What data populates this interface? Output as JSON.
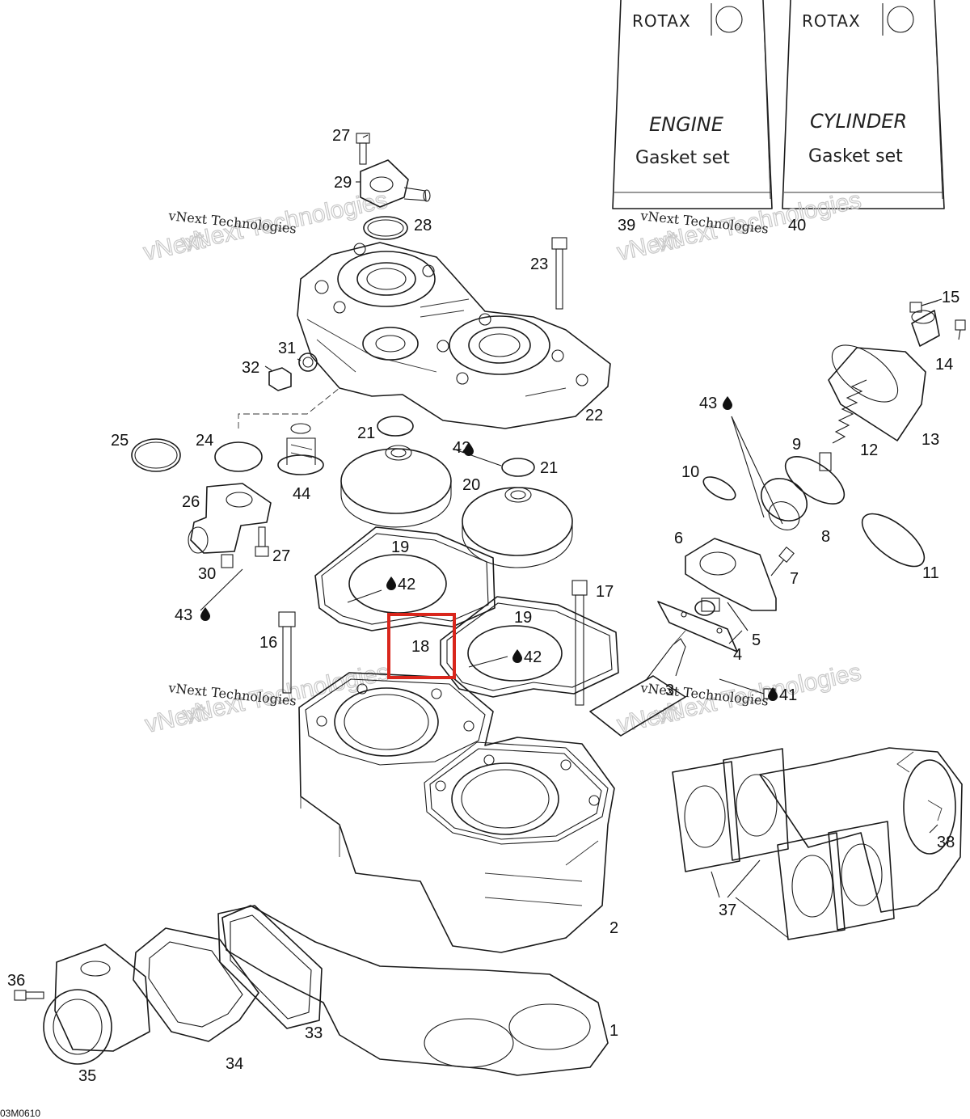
{
  "diagram_code": "03M0610",
  "watermark": {
    "line1": "vNext Technologies",
    "line2": "vNext Technologies"
  },
  "gasket_bags": [
    {
      "brand": "ROTAX",
      "title": "ENGINE",
      "subtitle": "Gasket set",
      "number": "39"
    },
    {
      "brand": "ROTAX",
      "title": "CYLINDER",
      "subtitle": "Gasket set",
      "number": "40"
    }
  ],
  "callouts": {
    "c1": "1",
    "c2": "2",
    "c3": "3",
    "c4": "4",
    "c5": "5",
    "c6": "6",
    "c7": "7",
    "c8": "8",
    "c9": "9",
    "c10": "10",
    "c11": "11",
    "c12": "12",
    "c13": "13",
    "c14": "14",
    "c15": "15",
    "c16": "16",
    "c17": "17",
    "c18": "18",
    "c19a": "19",
    "c19b": "19",
    "c20": "20",
    "c21a": "21",
    "c21b": "21",
    "c22": "22",
    "c23": "23",
    "c24": "24",
    "c25": "25",
    "c26": "26",
    "c27a": "27",
    "c27b": "27",
    "c28": "28",
    "c29": "29",
    "c30": "30",
    "c31": "31",
    "c32": "32",
    "c33": "33",
    "c34": "34",
    "c35": "35",
    "c36": "36",
    "c37": "37",
    "c38": "38",
    "c41": "41",
    "c42a": "42",
    "c42b": "42",
    "c42c": "42",
    "c43a": "43",
    "c43b": "43",
    "c44": "44"
  },
  "highlight": {
    "label": "18",
    "color": "#d9261c"
  },
  "colors": {
    "line": "#1a1a1a",
    "watermark": "#c8c8c8",
    "highlight": "#d9261c"
  }
}
